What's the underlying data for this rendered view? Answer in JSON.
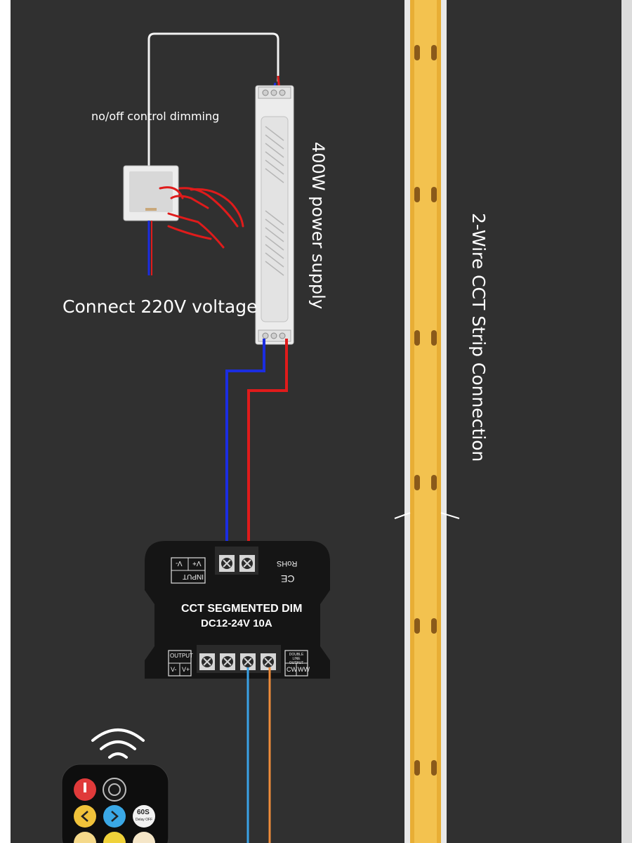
{
  "labels": {
    "dimming": "no/off control dimming",
    "voltage": "Connect 220V voltage",
    "power_supply": "400W power supply",
    "strip": "2-Wire CCT Strip Connection"
  },
  "controller": {
    "name": "CCT SEGMENTED DIM",
    "rating": "DC12-24V  10A",
    "input_label": "INPUT",
    "input_vneg": "V-",
    "input_vpos": "V+",
    "rohs": "RoHS",
    "ce": "CE",
    "output_label": "OUTPUT",
    "output_vneg": "V-",
    "output_vpos": "V+",
    "double_line": "DOUBLE LINE OUTPUT",
    "cw": "CW",
    "ww": "WW"
  },
  "remote": {
    "delay_top": "60S",
    "delay_bottom": "Delay OFF"
  },
  "colors": {
    "background": "#2f2f2f",
    "wire_red": "#e01b1b",
    "wire_blue": "#1b2de0",
    "wire_cyan": "#3aa2e6",
    "wire_orange": "#ee8c3a",
    "strip": "#f2c04f",
    "controller": "#141414"
  }
}
